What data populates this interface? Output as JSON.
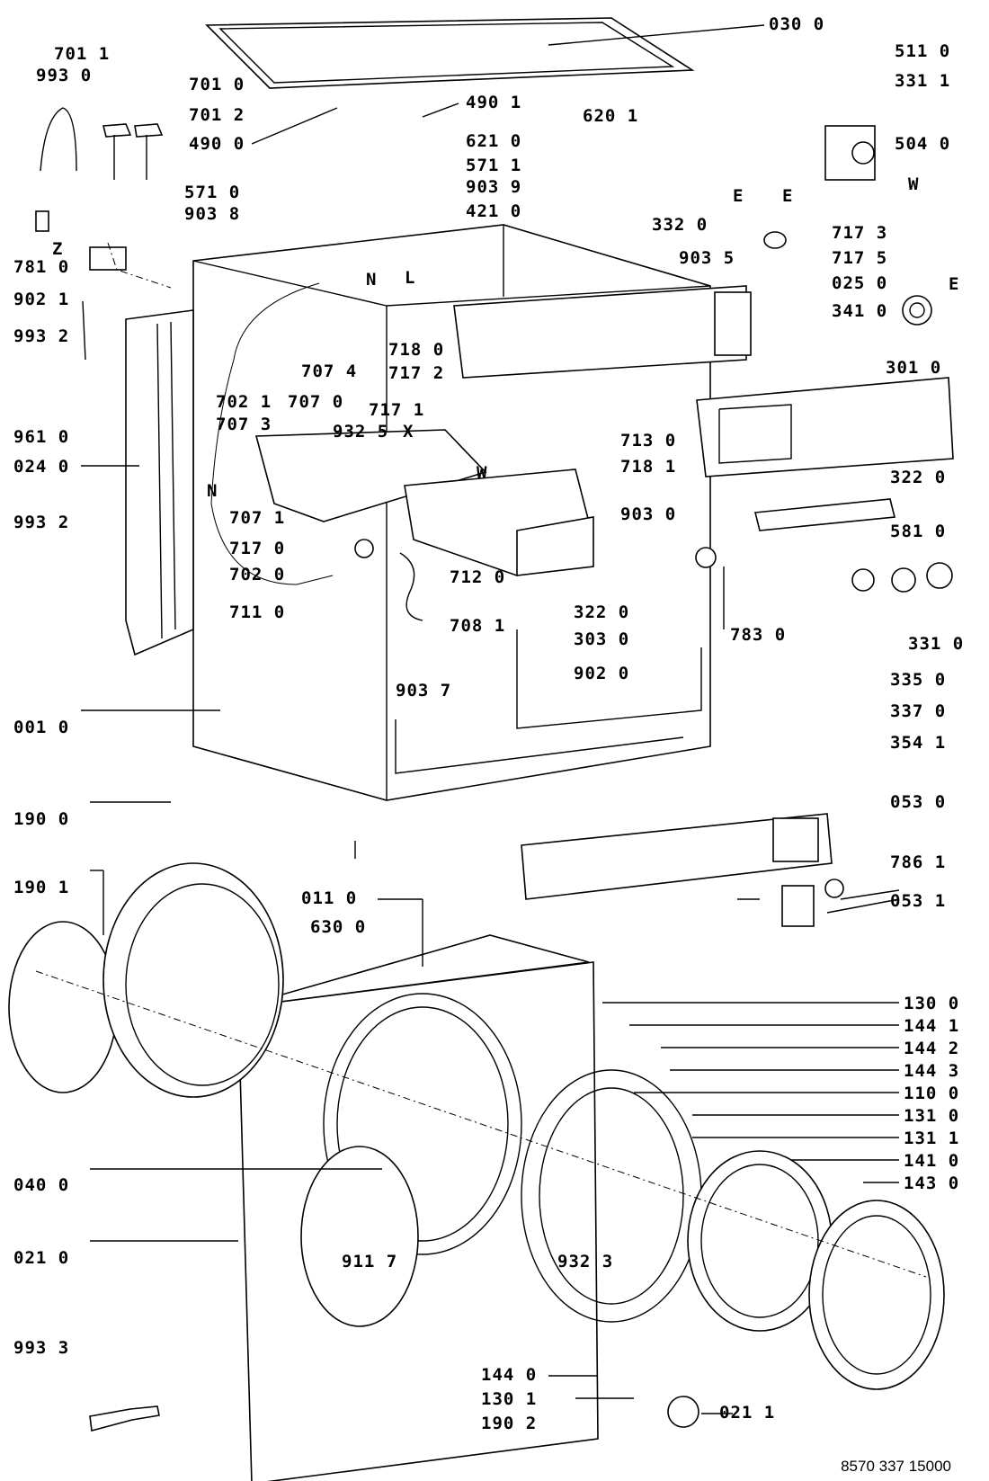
{
  "labels_left": [
    {
      "id": "l01",
      "text": "701 1"
    },
    {
      "id": "l02",
      "text": "993 0"
    },
    {
      "id": "l03",
      "text": "701 0"
    },
    {
      "id": "l04",
      "text": "701 2"
    },
    {
      "id": "l05",
      "text": "490 0"
    },
    {
      "id": "l06",
      "text": "571 0"
    },
    {
      "id": "l07",
      "text": "903 8"
    },
    {
      "id": "l08",
      "text": "Z"
    },
    {
      "id": "l09",
      "text": "781 0"
    },
    {
      "id": "l10",
      "text": "902 1"
    },
    {
      "id": "l11",
      "text": "993 2"
    },
    {
      "id": "l12",
      "text": "961 0"
    },
    {
      "id": "l13",
      "text": "024 0"
    },
    {
      "id": "l14",
      "text": "993 2"
    },
    {
      "id": "l15",
      "text": "707 4"
    },
    {
      "id": "l16",
      "text": "702 1"
    },
    {
      "id": "l17",
      "text": "707 0"
    },
    {
      "id": "l18",
      "text": "717 1"
    },
    {
      "id": "l19",
      "text": "707 3"
    },
    {
      "id": "l20",
      "text": "932 5"
    },
    {
      "id": "l21",
      "text": "X"
    },
    {
      "id": "l22",
      "text": "N"
    },
    {
      "id": "l23",
      "text": "707 1"
    },
    {
      "id": "l24",
      "text": "717 0"
    },
    {
      "id": "l25",
      "text": "702 0"
    },
    {
      "id": "l26",
      "text": "711 0"
    },
    {
      "id": "l27",
      "text": "001 0"
    },
    {
      "id": "l28",
      "text": "190 0"
    },
    {
      "id": "l29",
      "text": "190 1"
    },
    {
      "id": "l30",
      "text": "011 0"
    },
    {
      "id": "l31",
      "text": "630 0"
    },
    {
      "id": "l32",
      "text": "040 0"
    },
    {
      "id": "l33",
      "text": "911 7"
    },
    {
      "id": "l34",
      "text": "021 0"
    },
    {
      "id": "l35",
      "text": "993 3"
    },
    {
      "id": "l36",
      "text": "718 0"
    },
    {
      "id": "l37",
      "text": "717 2"
    },
    {
      "id": "l38",
      "text": "W"
    },
    {
      "id": "l39",
      "text": "712 0"
    },
    {
      "id": "l40",
      "text": "708 1"
    },
    {
      "id": "l41",
      "text": "903 7"
    },
    {
      "id": "l42",
      "text": "190 2"
    }
  ],
  "labels_center": [
    {
      "id": "c01",
      "text": "490 1"
    },
    {
      "id": "c02",
      "text": "571 1"
    },
    {
      "id": "c03",
      "text": "903 9"
    },
    {
      "id": "c04",
      "text": "421 0"
    },
    {
      "id": "c05",
      "text": "N"
    },
    {
      "id": "c06",
      "text": "L"
    },
    {
      "id": "c07",
      "text": "621 0"
    },
    {
      "id": "c08",
      "text": "620 1"
    },
    {
      "id": "c09",
      "text": "903 5"
    },
    {
      "id": "c10",
      "text": "713 0"
    },
    {
      "id": "c11",
      "text": "718 1"
    },
    {
      "id": "c12",
      "text": "903 0"
    },
    {
      "id": "c13",
      "text": "322 0"
    },
    {
      "id": "c14",
      "text": "303 0"
    },
    {
      "id": "c15",
      "text": "902 0"
    },
    {
      "id": "c16",
      "text": "783 0"
    },
    {
      "id": "c17",
      "text": "932 3"
    },
    {
      "id": "c18",
      "text": "144 0"
    },
    {
      "id": "c19",
      "text": "130 1"
    },
    {
      "id": "c20",
      "text": "021 1"
    }
  ],
  "labels_right": [
    {
      "id": "r01",
      "text": "030 0"
    },
    {
      "id": "r02",
      "text": "511 0"
    },
    {
      "id": "r03",
      "text": "331 1"
    },
    {
      "id": "r04",
      "text": "504 0"
    },
    {
      "id": "r05",
      "text": "E"
    },
    {
      "id": "r06",
      "text": "E"
    },
    {
      "id": "r07",
      "text": "W"
    },
    {
      "id": "r08",
      "text": "332 0"
    },
    {
      "id": "r09",
      "text": "717 3"
    },
    {
      "id": "r10",
      "text": "717 5"
    },
    {
      "id": "r11",
      "text": "E"
    },
    {
      "id": "r12",
      "text": "025 0"
    },
    {
      "id": "r13",
      "text": "341 0"
    },
    {
      "id": "r14",
      "text": "301 0"
    },
    {
      "id": "r15",
      "text": "322 0"
    },
    {
      "id": "r16",
      "text": "581 0"
    },
    {
      "id": "r17",
      "text": "331 0"
    },
    {
      "id": "r18",
      "text": "335 0"
    },
    {
      "id": "r19",
      "text": "337 0"
    },
    {
      "id": "r20",
      "text": "354 1"
    },
    {
      "id": "r21",
      "text": "053 0"
    },
    {
      "id": "r22",
      "text": "786 1"
    },
    {
      "id": "r23",
      "text": "053 1"
    },
    {
      "id": "r24",
      "text": "130 0"
    },
    {
      "id": "r25",
      "text": "144 1"
    },
    {
      "id": "r26",
      "text": "144 2"
    },
    {
      "id": "r27",
      "text": "144 3"
    },
    {
      "id": "r28",
      "text": "110 0"
    },
    {
      "id": "r29",
      "text": "131 0"
    },
    {
      "id": "r30",
      "text": "131 1"
    },
    {
      "id": "r31",
      "text": "141 0"
    },
    {
      "id": "r32",
      "text": "143 0"
    }
  ],
  "footer": {
    "code": "8570 337 15000"
  }
}
